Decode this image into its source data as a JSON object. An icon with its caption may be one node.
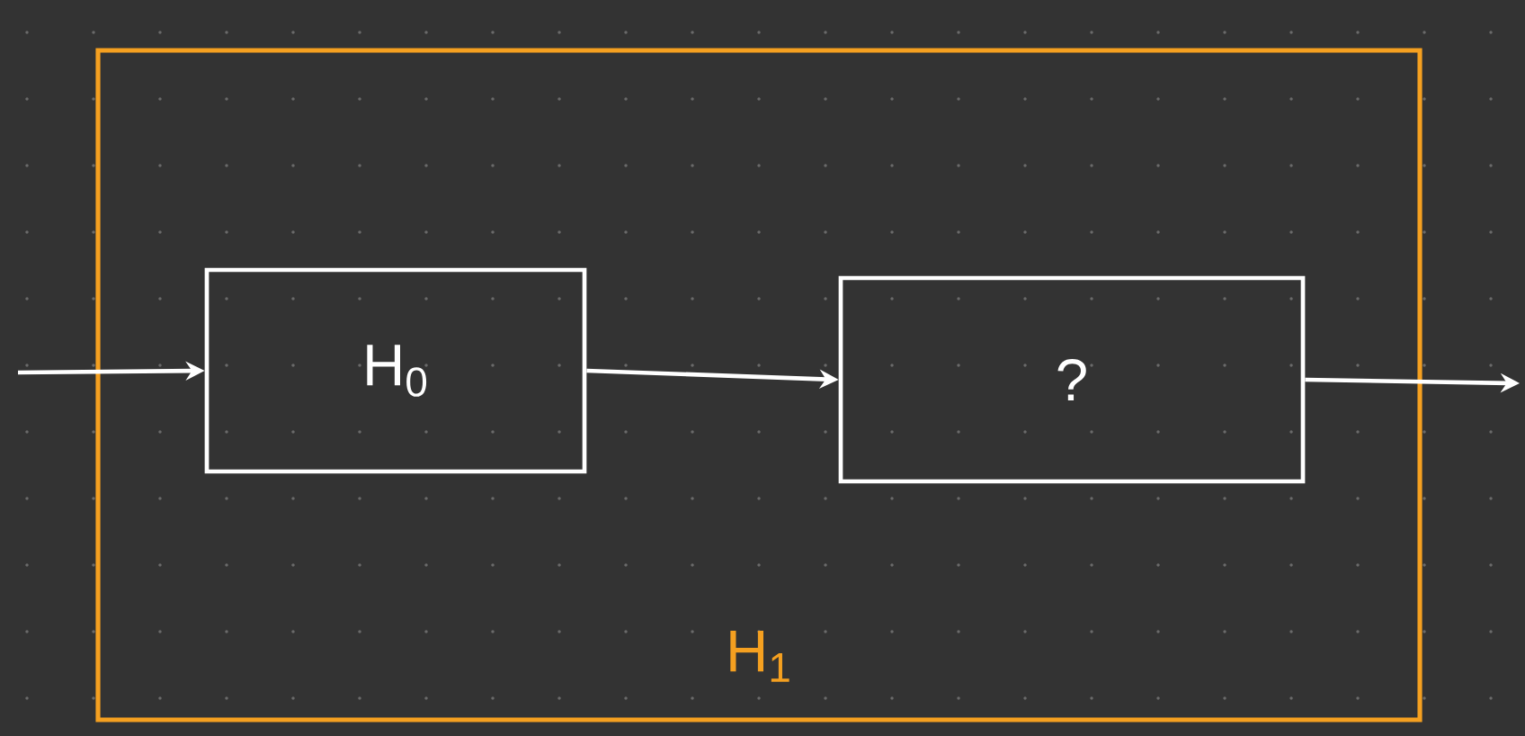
{
  "diagram": {
    "nodes": [
      {
        "text": [
          "H$_{1}$"
        ]
      },
      {
        "text": [
          "H$_{0}$"
        ],
        "in": 0
      },
      {
        "text": [
          "?"
        ],
        "in": 0
      }
    ],
    "edges": [
      {
        "from": null,
        "to": 1,
        "arrow": "to"
      },
      {
        "from": 1,
        "to": 2,
        "arrow": "to"
      },
      {
        "from": 2,
        "to": null,
        "arrow": "to"
      }
    ]
  }
}
